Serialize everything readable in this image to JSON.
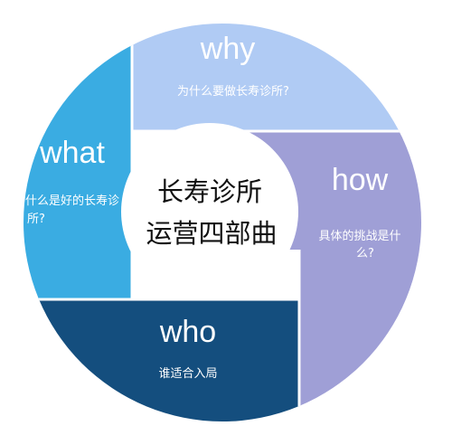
{
  "center": {
    "line1": "长寿诊所",
    "line2": "运营四部曲"
  },
  "segments": {
    "why": {
      "title": "why",
      "question": "为什么要做长寿诊所?",
      "color": "#b0cbf4"
    },
    "how": {
      "title": "how",
      "question_line1": "具体的挑战是什",
      "question_line2": "么?",
      "color": "#9f9fd6"
    },
    "who": {
      "title": "who",
      "question": "谁适合入局",
      "color": "#144e7e"
    },
    "what": {
      "title": "what",
      "question_line1": "什么是好的长寿诊",
      "question_line2": "所?",
      "color": "#3aace2"
    }
  }
}
